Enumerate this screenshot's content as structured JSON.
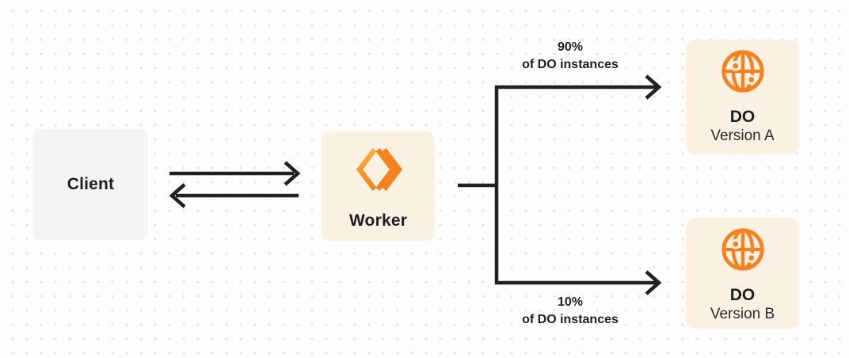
{
  "colors": {
    "bg": "#fdfdfd",
    "dot": "#e4e4e8",
    "box_cream": "#faf1e3",
    "box_gray": "#f4f4f5",
    "line": "#202124",
    "text": "#1d1e20",
    "text_secondary": "#2b2c30",
    "accent_orange": "#f6821f",
    "accent_orange_light": "#fbad41"
  },
  "nodes": {
    "client": {
      "label": "Client"
    },
    "worker": {
      "label": "Worker",
      "icon": "workers-logo-icon"
    },
    "do_a": {
      "title": "DO",
      "subtitle": "Version A",
      "icon": "globe-icon"
    },
    "do_b": {
      "title": "DO",
      "subtitle": "Version B",
      "icon": "globe-icon"
    }
  },
  "edges": {
    "client_worker": {
      "type": "bidirectional-arrows"
    },
    "top_label": {
      "line1": "90%",
      "line2": "of DO instances"
    },
    "bottom_label": {
      "line1": "10%",
      "line2": "of DO instances"
    }
  }
}
